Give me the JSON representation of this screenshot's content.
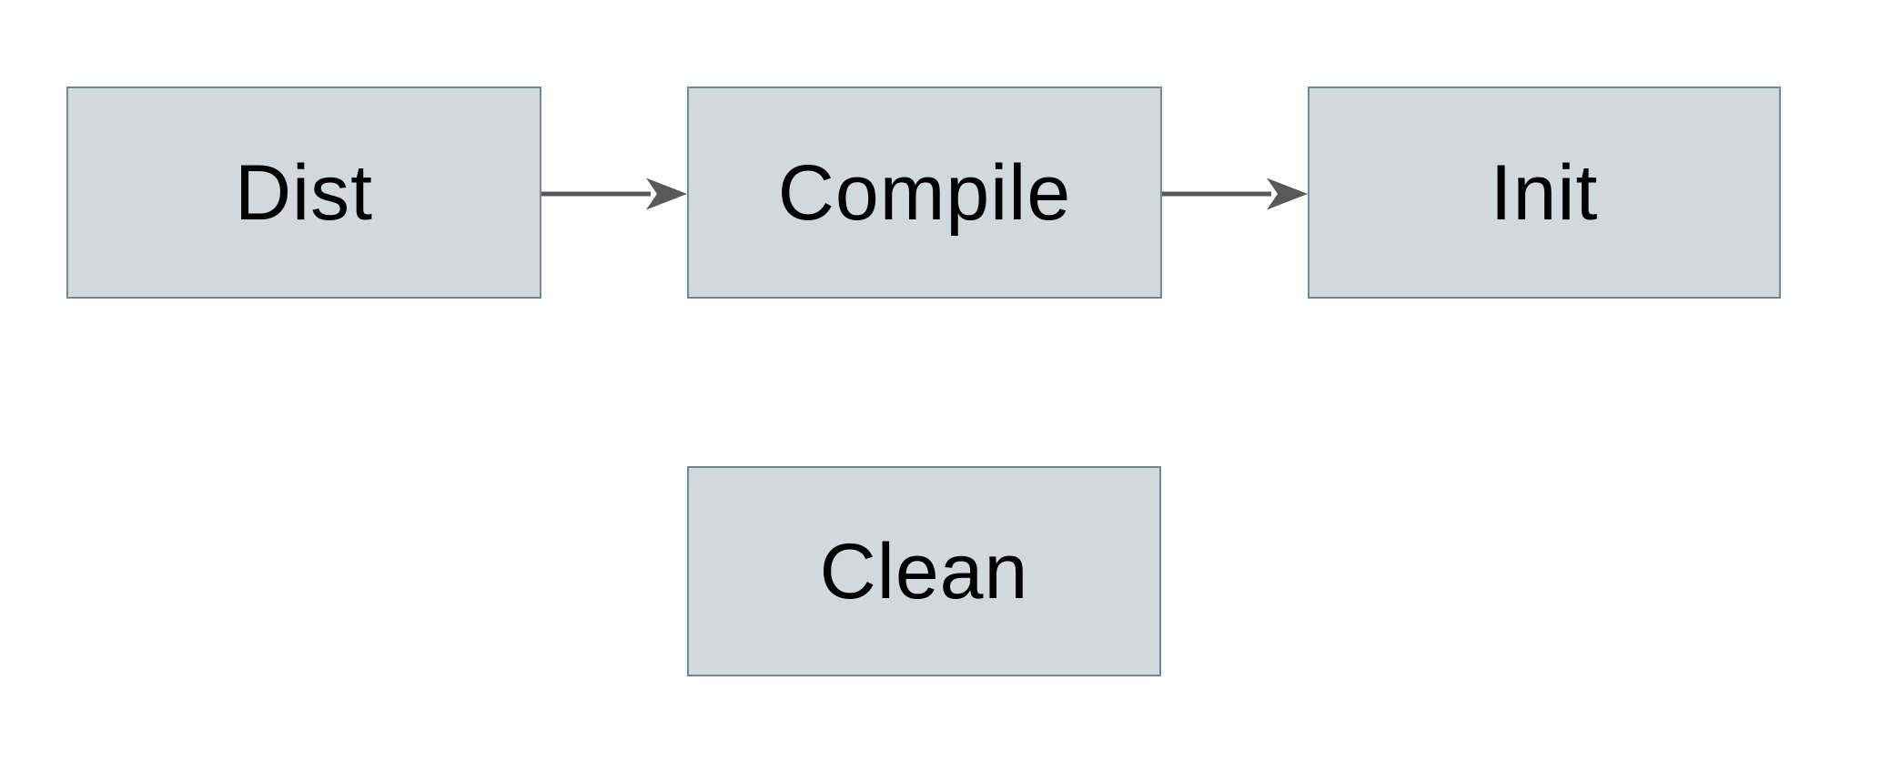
{
  "diagram": {
    "nodes": [
      {
        "id": "dist",
        "label": "Dist"
      },
      {
        "id": "compile",
        "label": "Compile"
      },
      {
        "id": "init",
        "label": "Init"
      },
      {
        "id": "clean",
        "label": "Clean"
      }
    ],
    "edges": [
      {
        "from": "Dist",
        "to": "Compile"
      },
      {
        "from": "Compile",
        "to": "Init"
      }
    ],
    "colors": {
      "background": "#ffffff",
      "node_fill": "#d1d9db",
      "node_border": "#6e8998",
      "arrow": "#595959",
      "text": "#000000"
    }
  }
}
